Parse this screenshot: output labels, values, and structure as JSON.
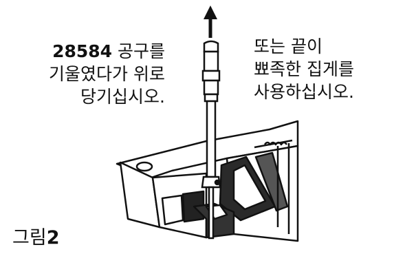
{
  "instructions": {
    "left": {
      "tool_number": "28584",
      "line1_suffix": " 공구를",
      "line2": "기울였다가 위로",
      "line3": "당기십시오."
    },
    "right": {
      "line1": "또는 끝이",
      "line2": "뾰족한 집게를",
      "line3": "사용하십시오."
    }
  },
  "figure": {
    "caption_prefix": "그림",
    "caption_number": "2"
  },
  "icons": {
    "arrow": "up-arrow-icon"
  },
  "colors": {
    "ink": "#111111",
    "background": "#ffffff"
  }
}
